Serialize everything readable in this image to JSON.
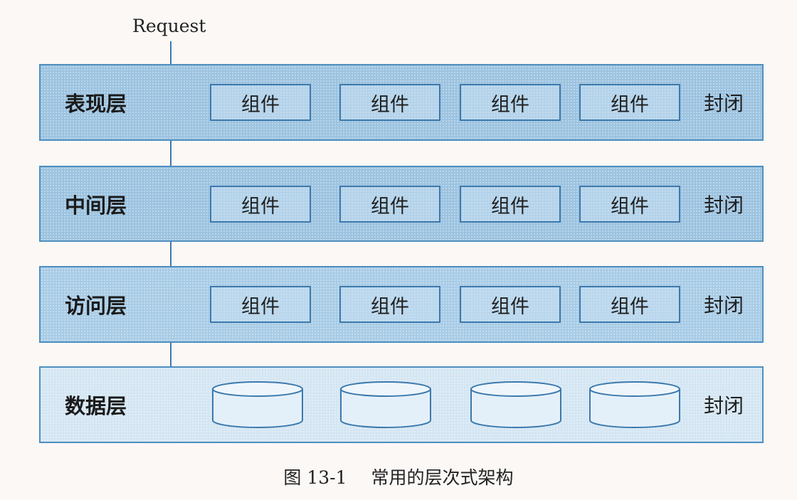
{
  "request_label": "Request",
  "layers": [
    {
      "name": "表现层",
      "components": [
        "组件",
        "组件",
        "组件",
        "组件"
      ],
      "status": "封闭"
    },
    {
      "name": "中间层",
      "components": [
        "组件",
        "组件",
        "组件",
        "组件"
      ],
      "status": "封闭"
    },
    {
      "name": "访问层",
      "components": [
        "组件",
        "组件",
        "组件",
        "组件"
      ],
      "status": "封闭"
    },
    {
      "name": "数据层",
      "databases": 4,
      "status": "封闭"
    }
  ],
  "caption": {
    "number": "图 13-1",
    "title": "常用的层次式架构"
  },
  "colors": {
    "layer_fill": "#9cc3e0",
    "data_layer_fill": "#d4e6f3",
    "border": "#3c79ad"
  }
}
